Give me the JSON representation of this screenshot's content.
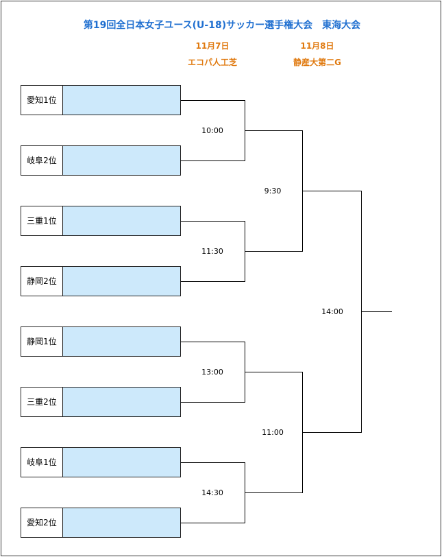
{
  "title": "第19回全日本女子ユース(U-18)サッカー選手権大会　東海大会",
  "days": [
    {
      "date": "11月7日",
      "venue": "エコパ人工芝"
    },
    {
      "date": "11月8日",
      "venue": "静産大第二G"
    }
  ],
  "teams": [
    "愛知1位",
    "岐阜2位",
    "三重1位",
    "静岡2位",
    "静岡1位",
    "三重2位",
    "岐阜1位",
    "愛知2位"
  ],
  "times": {
    "r1": [
      "10:00",
      "11:30",
      "13:00",
      "14:30"
    ],
    "r2": [
      "9:30",
      "11:00"
    ],
    "final": "14:00"
  },
  "colors": {
    "title": "#1f6fd0",
    "date": "#e07a10",
    "slot": "#cde9fb"
  }
}
